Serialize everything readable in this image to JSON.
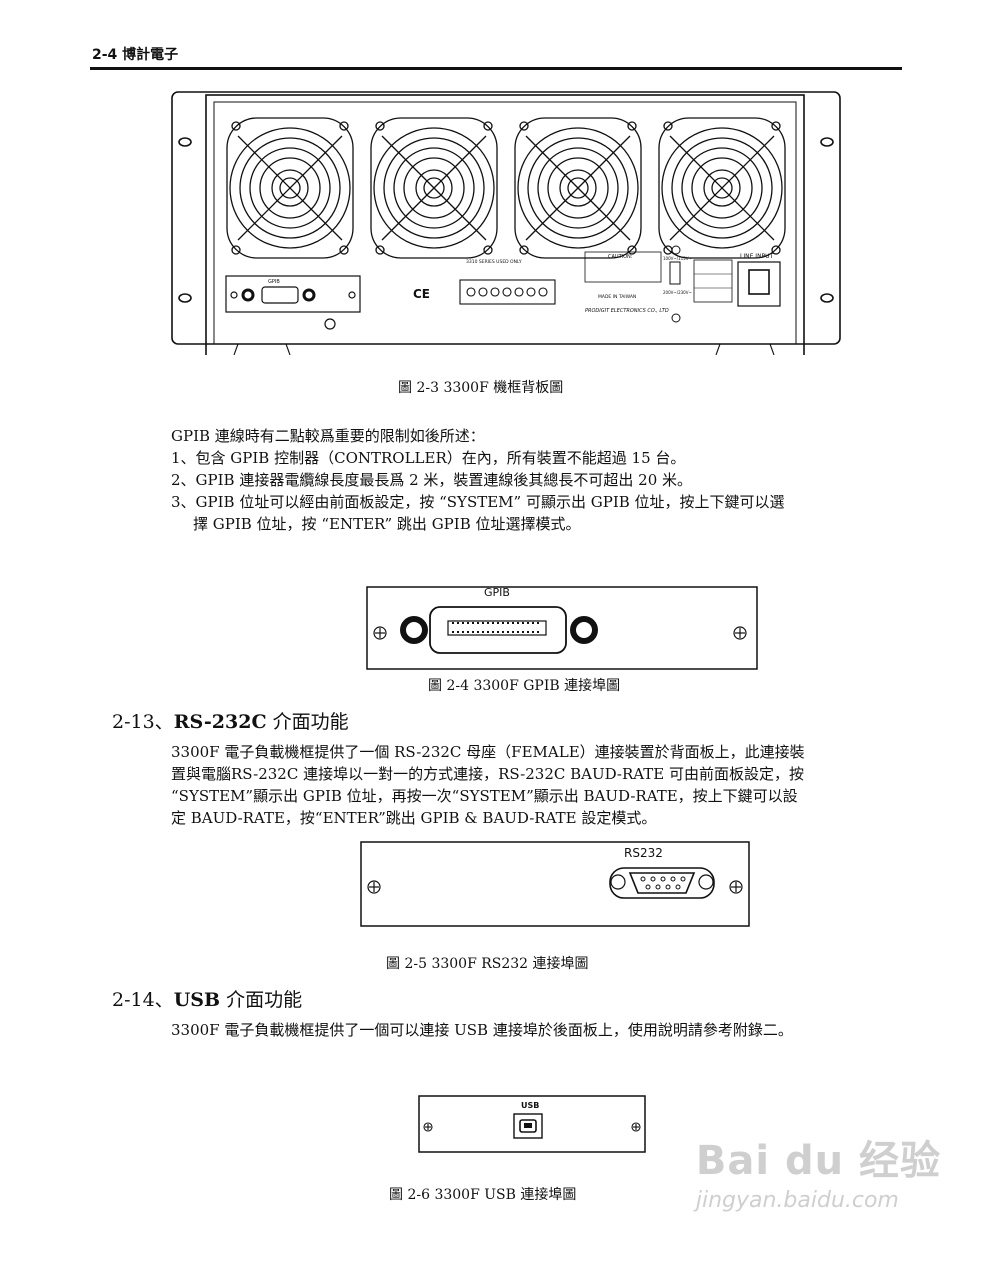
{
  "header": {
    "page_label": "2-4 博計電子"
  },
  "figures": {
    "fig_2_3": {
      "caption": "圖 2-3 3300F 機框背板圖",
      "gpib_label": "GPIB",
      "ce_mark": "CE",
      "analog_label": "3310 SERIES USED ONLY",
      "caution_label": "CAUTION:",
      "made_in": "MADE IN TAIWAN",
      "company": "PRODIGIT ELECTRONICS CO., LTD",
      "line_input": "LINE INPUT",
      "voltage_top": "100V~/115V~",
      "voltage_bottom": "200V~/230V~"
    },
    "fig_2_4": {
      "caption": "圖 2-4 3300F GPIB 連接埠圖",
      "label": "GPIB"
    },
    "fig_2_5": {
      "caption": "圖 2-5 3300F RS232 連接埠圖",
      "label": "RS232"
    },
    "fig_2_6": {
      "caption": "圖 2-6 3300F USB 連接埠圖",
      "label": "USB"
    }
  },
  "gpib_notes": {
    "intro": "GPIB 連線時有二點較爲重要的限制如後所述：",
    "item1": "1、包含 GPIB 控制器（CONTROLLER）在內，所有裝置不能超過 15 台。",
    "item2": "2、GPIB 連接器電纜線長度最長爲 2 米，裝置連線後其總長不可超出 20 米。",
    "item3_line1": "3、GPIB 位址可以經由前面板設定，按 “SYSTEM” 可顯示出 GPIB 位址，按上下鍵可以選",
    "item3_line2": "擇 GPIB 位址，按 “ENTER” 跳出 GPIB 位址選擇模式。"
  },
  "section_2_13": {
    "heading_num": "2-13、",
    "heading_bold": "RS-232C",
    "heading_text": " 介面功能",
    "line1": "3300F 電子負載機框提供了一個 RS-232C 母座（FEMALE）連接裝置於背面板上，此連接裝",
    "line2": "置與電腦RS-232C 連接埠以一對一的方式連接，RS-232C BAUD-RATE 可由前面板設定，按",
    "line3": "“SYSTEM”顯示出 GPIB 位址，再按一次“SYSTEM”顯示出 BAUD-RATE，按上下鍵可以設",
    "line4": "定 BAUD-RATE，按“ENTER”跳出 GPIB & BAUD-RATE 設定模式。"
  },
  "section_2_14": {
    "heading_num": "2-14、",
    "heading_bold": "USB",
    "heading_text": " 介面功能",
    "line1": "3300F 電子負載機框提供了一個可以連接 USB 連接埠於後面板上，使用說明請參考附錄二。"
  },
  "watermark": {
    "logo": "Bai du 经验",
    "url": "jingyan.baidu.com"
  }
}
